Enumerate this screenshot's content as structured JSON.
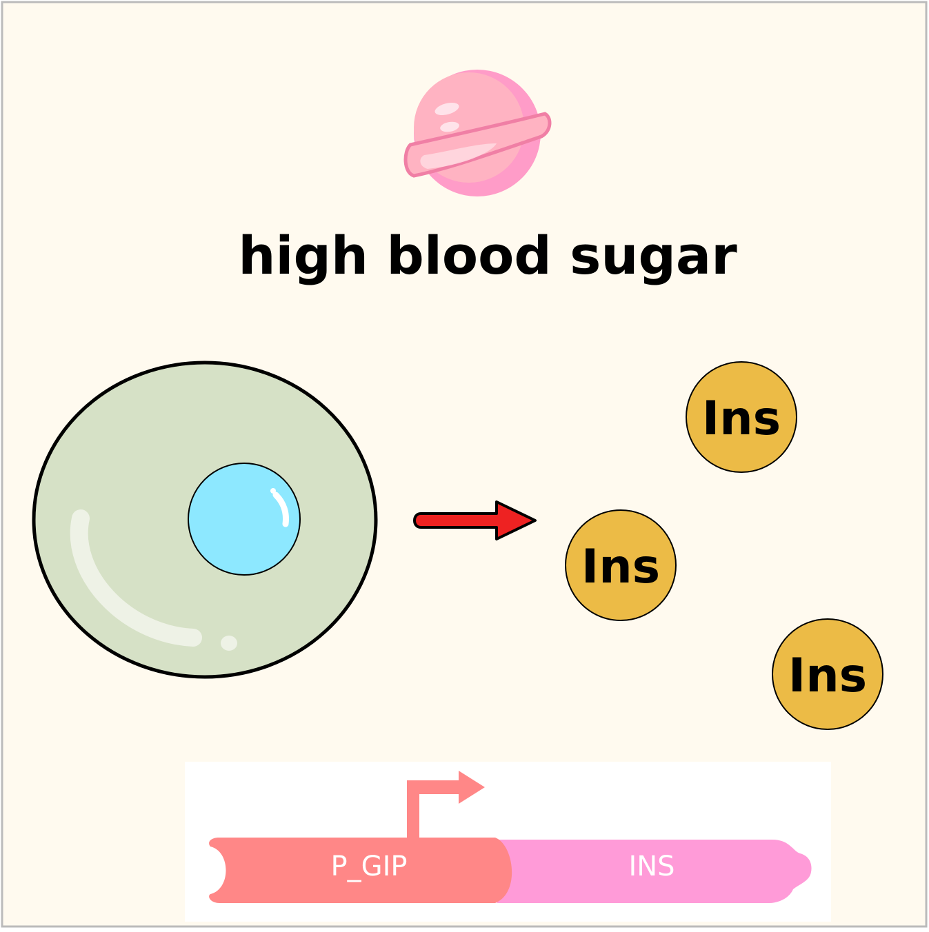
{
  "title": "high blood sugar",
  "insulin_label": "Ins",
  "gene_parts": {
    "promoter": "P_GIP",
    "coding": "INS"
  },
  "colors": {
    "background": "#fffaef",
    "border": "#bbbbbb",
    "cell_body": "#d6e1c6",
    "nucleus": "#8de8ff",
    "insulin": "#ecbb46",
    "arrow": "#ee2222",
    "promoter": "#ff8787",
    "coding": "#ff9bd8",
    "candy": "#ffb0c0"
  },
  "icons": [
    "candy-icon",
    "cell-icon",
    "nucleus-icon",
    "arrow-right-icon",
    "promoter-arrow-icon"
  ]
}
